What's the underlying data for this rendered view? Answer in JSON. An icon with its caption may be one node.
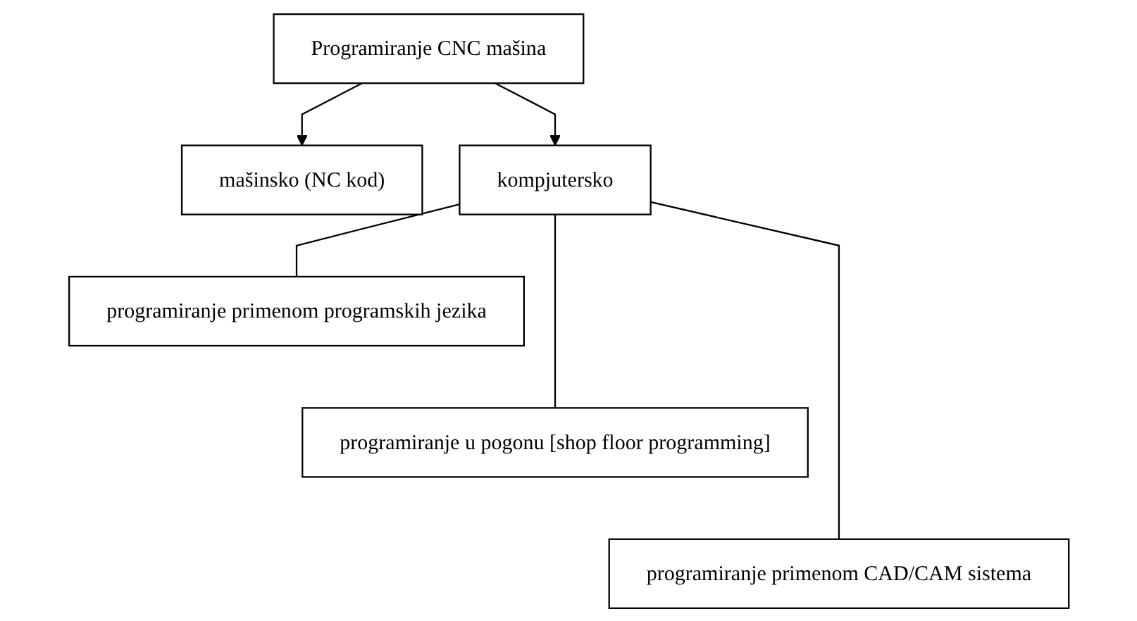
{
  "diagram": {
    "nodes": [
      {
        "text": [
          "Programiranje CNC mašina"
        ]
      },
      {
        "text": [
          "mašinsko (NC kod)"
        ]
      },
      {
        "text": [
          "kompjutersko"
        ]
      },
      {
        "text": [
          "programiranje primenom programskih jezika"
        ]
      },
      {
        "text": [
          "programiranje u pogonu [shop floor programming]"
        ]
      },
      {
        "text": [
          "programiranje primenom CAD/CAM sistema"
        ]
      }
    ],
    "edges": [
      {
        "from": 0,
        "to": 1,
        "arrow": "to"
      },
      {
        "from": 0,
        "to": 2,
        "arrow": "to"
      },
      {
        "from": 2,
        "to": 3,
        "arrow": "none"
      },
      {
        "from": 2,
        "to": 4,
        "arrow": "none"
      },
      {
        "from": 2,
        "to": 5,
        "arrow": "none"
      }
    ]
  }
}
